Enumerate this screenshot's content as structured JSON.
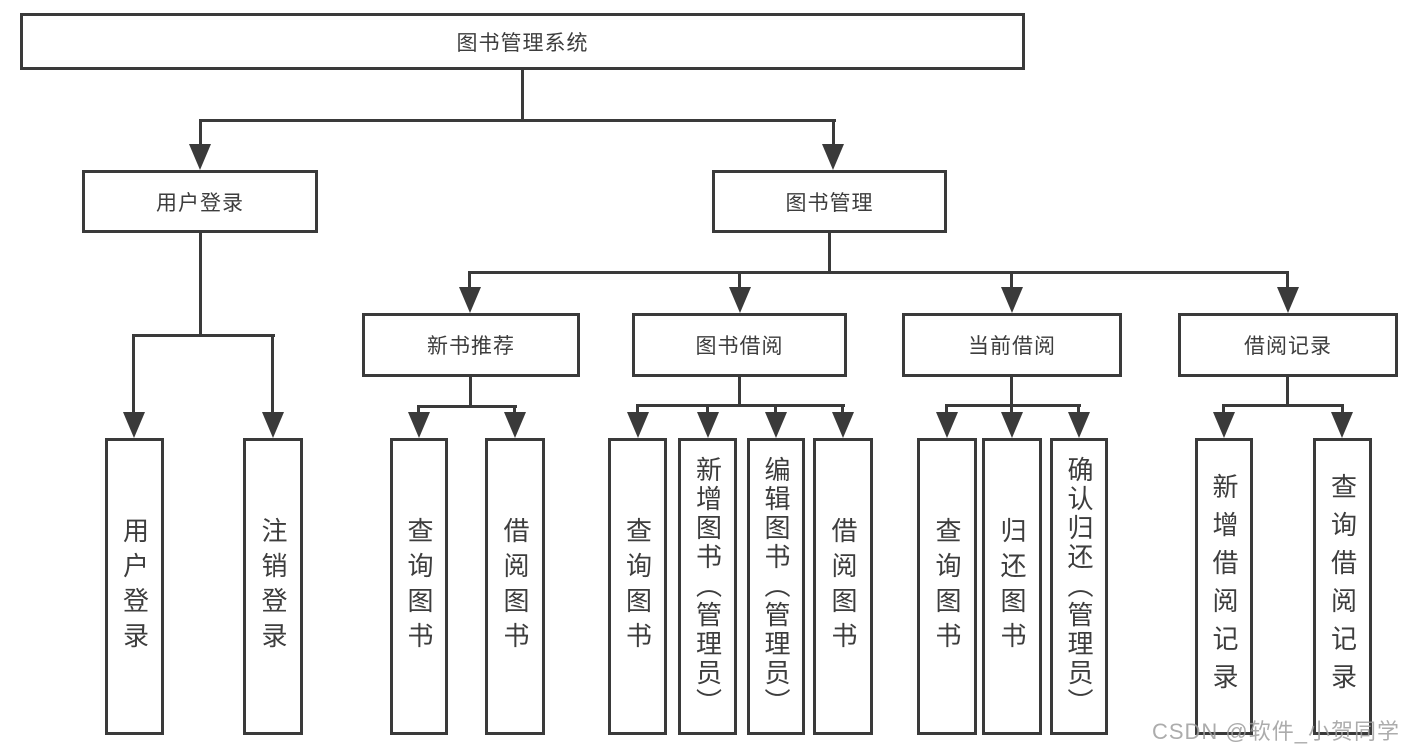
{
  "diagram": {
    "root": "图书管理系统",
    "branches": {
      "user_login": "用户登录",
      "book_mgmt": "图书管理"
    },
    "modules": {
      "new_books": "新书推荐",
      "book_borrow": "图书借阅",
      "current_borrow": "当前借阅",
      "borrow_records": "借阅记录"
    },
    "leaves": {
      "user_login": "用户登录",
      "logout": "注销登录",
      "nb_query": "查询图书",
      "nb_borrow": "借阅图书",
      "bb_query": "查询图书",
      "bb_add": "新增图书（管理员）",
      "bb_edit": "编辑图书（管理员）",
      "bb_borrow": "借阅图书",
      "cb_query": "查询图书",
      "cb_return": "归还图书",
      "cb_confirm": "确认归还（管理员）",
      "br_add": "新增借阅记录",
      "br_query": "查询借阅记录"
    }
  },
  "watermark": "CSDN @软件_小贺同学",
  "colors": {
    "line": "#3a3a3a",
    "text": "#3d3d3d",
    "background": "#ffffff",
    "watermark": "#9e9e9e"
  }
}
